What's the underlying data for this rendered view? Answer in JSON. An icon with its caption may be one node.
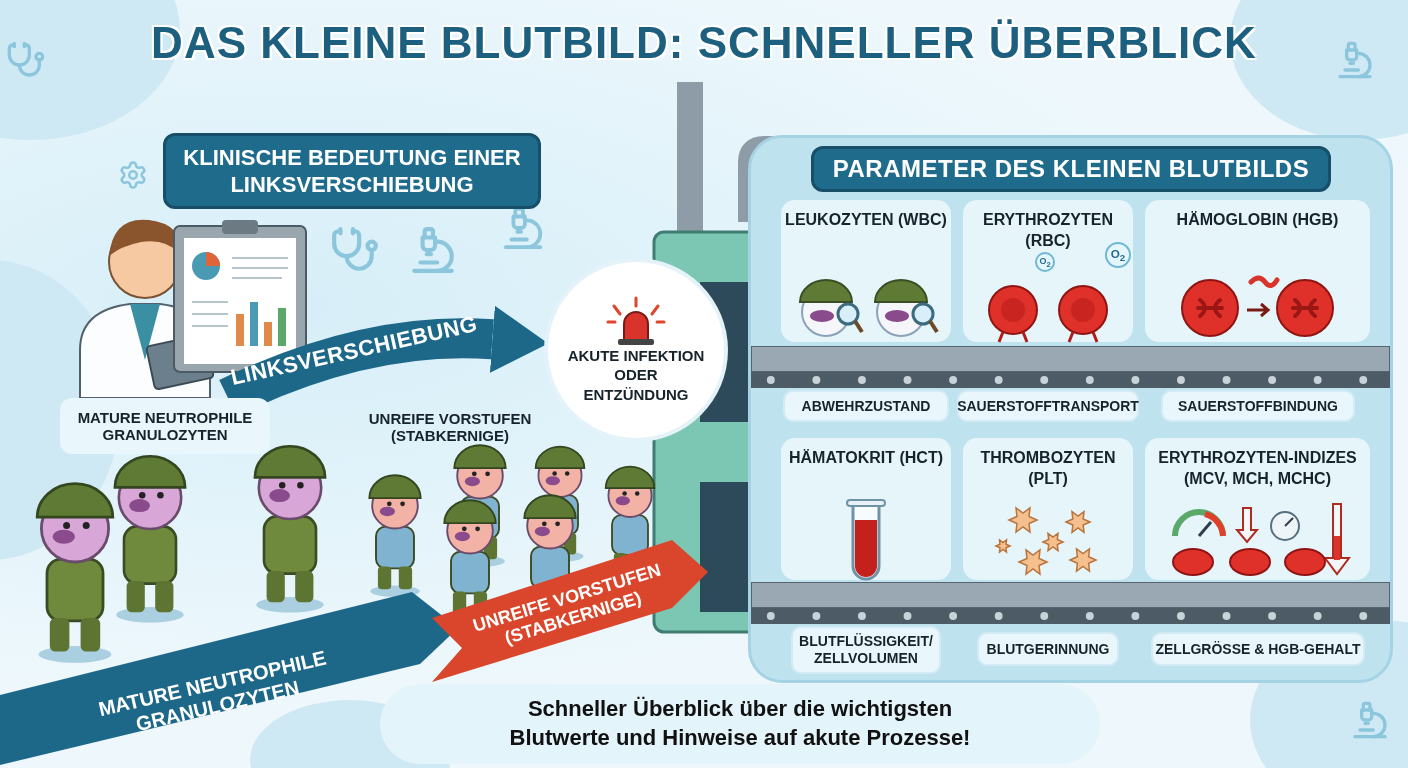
{
  "diagram": {
    "title": "DAS KLEINE BLUTBILD: SCHNELLER ÜBERBLICK",
    "nodes": [
      {
        "text": [
          "KLINISCHE BEDEUTUNG EINER LINKSVERSCHIEBUNG"
        ]
      },
      {
        "text": [
          "MATURE NEUTROPHILE GRANULOZYTEN"
        ]
      },
      {
        "text": [
          "UNREIFE VORSTUFEN (STABKERNIGE)"
        ]
      },
      {
        "text": [
          "AKUTE INFEKTION ODER ENTZÜNDUNG"
        ]
      },
      {
        "text": [
          "MATURE NEUTROPHILE GRANULOZYTEN"
        ]
      },
      {
        "text": [
          "UNREIFE VORSTUFEN (STABKERNIGE)"
        ]
      },
      {
        "text": [
          "PARAMETER DES KLEINEN BLUTBILDS"
        ]
      },
      {
        "text": [
          "LEUKOZYTEN (WBC)"
        ],
        "in": 6
      },
      {
        "text": [
          "ERYTHROZYTEN (RBC)"
        ],
        "in": 6
      },
      {
        "text": [
          "HÄMOGLOBIN (HGB)"
        ],
        "in": 6
      },
      {
        "text": [
          "ABWEHRZUSTAND"
        ],
        "in": 6
      },
      {
        "text": [
          "SAUERSTOFFTRANSPORT"
        ],
        "in": 6
      },
      {
        "text": [
          "SAUERSTOFFBINDUNG"
        ],
        "in": 6
      },
      {
        "text": [
          "HÄMATOKRIT (HCT)"
        ],
        "in": 6
      },
      {
        "text": [
          "THROMBOZYTEN (PLT)"
        ],
        "in": 6
      },
      {
        "text": [
          "ERYTHROZYTEN-INDIZES (MCV, MCH, MCHC)"
        ],
        "in": 6
      },
      {
        "text": [
          "BLUTFLÜSSIGKEIT/ ZELLVOLUMEN"
        ],
        "in": 6
      },
      {
        "text": [
          "BLUTGERINNUNG"
        ],
        "in": 6
      },
      {
        "text": [
          "ZELLGRÖSSE & HGB-GEHALT"
        ],
        "in": 6
      },
      {
        "text": [
          "Schneller Überblick über die wichtigsten Blutwerte und Hinweise auf akute Prozesse!"
        ]
      }
    ],
    "edges": [
      {
        "from": 1,
        "to": 3,
        "arrow": "to",
        "label": "LINKSVERSCHIEBUNG"
      }
    ],
    "labels": [
      "O$_{2}$",
      "O$_{2}$"
    ]
  }
}
